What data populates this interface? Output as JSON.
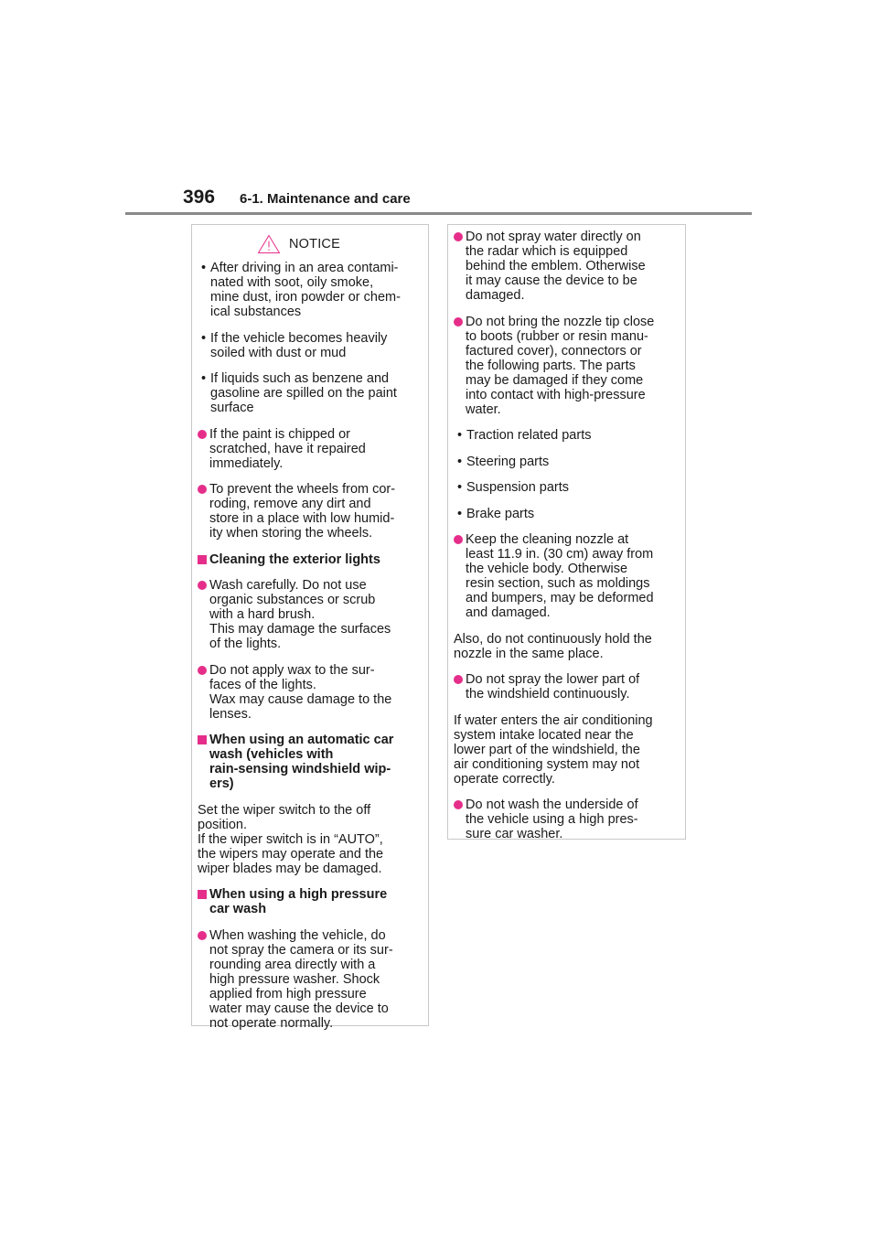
{
  "header": {
    "page_number": "396",
    "section": "6-1. Maintenance and care"
  },
  "notice": {
    "label": "NOTICE",
    "icon": "warning-triangle-icon",
    "accent_color": "#e52e8a"
  },
  "left_items": [
    {
      "type": "dash",
      "text": "After driving in an area contami-\nnated with soot, oily smoke,\nmine dust, iron powder or chem-\nical substances"
    },
    {
      "type": "dash",
      "text": "If the vehicle becomes heavily\nsoiled with dust or mud"
    },
    {
      "type": "dash",
      "text": "If liquids such as benzene and\ngasoline are spilled on the paint\nsurface"
    },
    {
      "type": "circle",
      "text": "If the paint is chipped or\nscratched, have it repaired\nimmediately."
    },
    {
      "type": "circle",
      "text": "To prevent the wheels from cor-\nroding, remove any dirt and\nstore in a place with low humid-\nity when storing the wheels."
    },
    {
      "type": "heading",
      "text": "Cleaning the exterior lights"
    },
    {
      "type": "circle",
      "text": "Wash carefully. Do not use\norganic substances or scrub\nwith a hard brush.\nThis may damage the surfaces\nof the lights."
    },
    {
      "type": "circle",
      "text": "Do not apply wax to the sur-\nfaces of the lights.\nWax may cause damage to the\nlenses."
    },
    {
      "type": "heading",
      "text": "When using an automatic car\nwash (vehicles with\nrain-sensing windshield wip-\ners)"
    },
    {
      "type": "plain",
      "text": "Set the wiper switch to the off\nposition.\nIf the wiper switch is in “AUTO”,\nthe wipers may operate and the\nwiper blades may be damaged."
    },
    {
      "type": "heading",
      "text": "When using a high pressure\ncar wash"
    },
    {
      "type": "circle",
      "text": "When washing the vehicle, do\nnot spray the camera or its sur-\nrounding area directly with a\nhigh pressure washer. Shock\napplied from high pressure\nwater may cause the device to\nnot operate normally."
    }
  ],
  "right_items": [
    {
      "type": "circle",
      "text": "Do not spray water directly on\nthe radar which is equipped\nbehind the emblem. Otherwise\nit may cause the device to be\ndamaged."
    },
    {
      "type": "circle",
      "text": "Do not bring the nozzle tip close\nto boots (rubber or resin manu-\nfactured cover), connectors or\nthe following parts. The parts\nmay be damaged if they come\ninto contact with high-pressure\nwater."
    },
    {
      "type": "dash",
      "text": "Traction related parts"
    },
    {
      "type": "dash",
      "text": "Steering parts"
    },
    {
      "type": "dash",
      "text": "Suspension parts"
    },
    {
      "type": "dash",
      "text": "Brake parts"
    },
    {
      "type": "circle",
      "text": "Keep the cleaning nozzle at\nleast 11.9 in. (30 cm) away from\nthe vehicle body. Otherwise\nresin section, such as moldings\nand bumpers, may be deformed\nand damaged."
    },
    {
      "type": "plain",
      "text": "Also, do not continuously hold the\nnozzle in the same place."
    },
    {
      "type": "circle",
      "text": "Do not spray the lower part of\nthe windshield continuously."
    },
    {
      "type": "plain",
      "text": "If water enters the air conditioning\nsystem intake located near the\nlower part of the windshield, the\nair conditioning system may not\noperate correctly."
    },
    {
      "type": "circle",
      "text": "Do not wash the underside of\nthe vehicle using a high pres-\nsure car washer."
    }
  ]
}
